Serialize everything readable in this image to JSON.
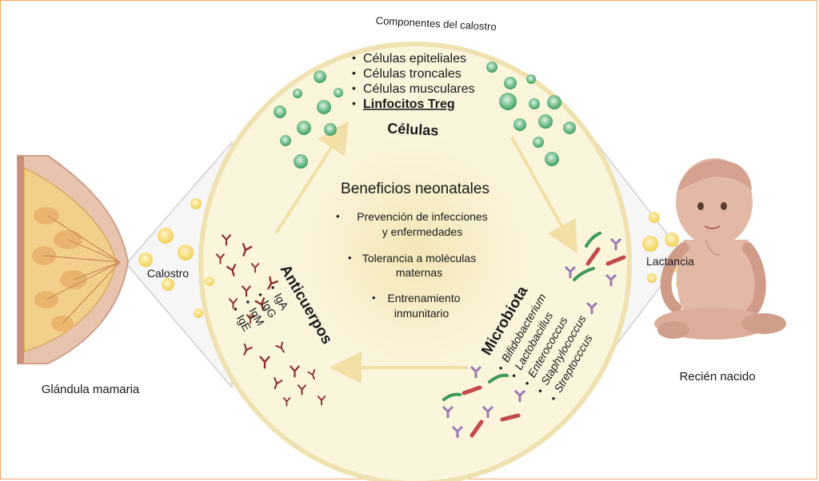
{
  "diagram": {
    "arc_title": "Componentes del calostro",
    "center_title": "Beneficios neonatales",
    "benefits": [
      [
        "Prevención de infecciones",
        "y enfermedades"
      ],
      [
        "Tolerancia a moléculas",
        "maternas"
      ],
      [
        "Entrenamiento",
        "inmunitario"
      ]
    ],
    "cells": {
      "title": "Células",
      "items": [
        "Células epiteliales",
        "Células troncales",
        "Células musculares",
        "Linfocitos Treg"
      ]
    },
    "antibodies": {
      "title": "Anticuerpos",
      "items": [
        "IgA",
        "IgG",
        "IgM",
        "IgE"
      ]
    },
    "microbiota": {
      "title": "Microbiota",
      "items": [
        "Bifidobacterium",
        "Lactobacillus",
        "Enterococcus",
        "Staphylococcus",
        "Streptocccus"
      ]
    },
    "left_label": "Calostro",
    "right_label": "Lactancia",
    "gland_label": "Glándula mamaria",
    "newborn_label": "Recién nacido",
    "colors": {
      "circle_fill": "#fbf5dc",
      "circle_border": "#efe2b0",
      "inner_glow": "#f5ebbe",
      "cell_green": "#5fb37f",
      "antibody_red": "#8e2a2a",
      "bacteria_green": "#3d9a57",
      "bacteria_red": "#c44a4a",
      "antibody_purple": "#9b7bb4",
      "droplet_yellow": "#f4d66b",
      "arrow": "#f1dfa6",
      "skin": "#e3b9a5",
      "gland": "#f3cf8c"
    }
  }
}
